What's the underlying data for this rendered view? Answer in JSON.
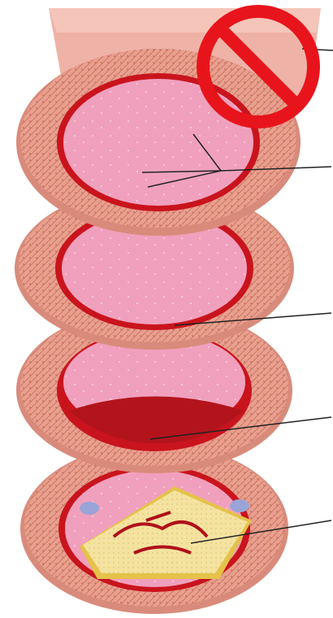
{
  "diagram": {
    "subject": "artery-cross-sections",
    "stages": [
      {
        "id": "stage-1",
        "label": ""
      },
      {
        "id": "stage-2",
        "label": ""
      },
      {
        "id": "stage-3",
        "label": ""
      },
      {
        "id": "stage-4",
        "label": ""
      }
    ],
    "overlay_icon": "prohibition-sign-icon",
    "colors": {
      "vessel_wall": "#e8a08e",
      "wall_texture": "#c86a5a",
      "media_red": "#c9141d",
      "lumen": "#f0a0bd",
      "plaque_yellow": "#f4e3a0",
      "plaque_core": "#b0101a",
      "prohibition_red": "#e8141c",
      "leader_line": "#222222"
    }
  }
}
